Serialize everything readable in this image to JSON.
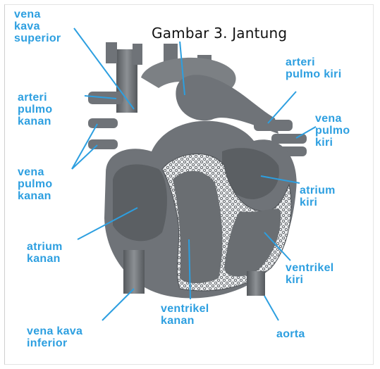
{
  "caption": "Gambar 3. Jantung",
  "labels": {
    "vena_kava_superior": "vena\nkava\nsuperior",
    "arteri_pulmo_kanan": "arteri\npulmo\nkanan",
    "vena_pulmo_kanan": "vena\npulmo\nkanan",
    "atrium_kanan": "atrium\nkanan",
    "vena_kava_inferior": "vena kava\ninferior",
    "arteri_pulmo_kiri": "arteri\npulmo kiri",
    "vena_pulmo_kiri": "vena\npulmo\nkiri",
    "atrium_kiri": "atrium\nkiri",
    "ventrikel_kiri": "ventrikel\nkiri",
    "ventrikel_kanan": "ventrikel\nkanan",
    "aorta": "aorta"
  },
  "colors": {
    "label": "#2d9fe0",
    "leader": "#2d9fe0",
    "tissue": "#6f7378",
    "tissue_dark": "#4e5256",
    "tissue_light": "#a9adb1",
    "septum": "#e9ebed"
  }
}
